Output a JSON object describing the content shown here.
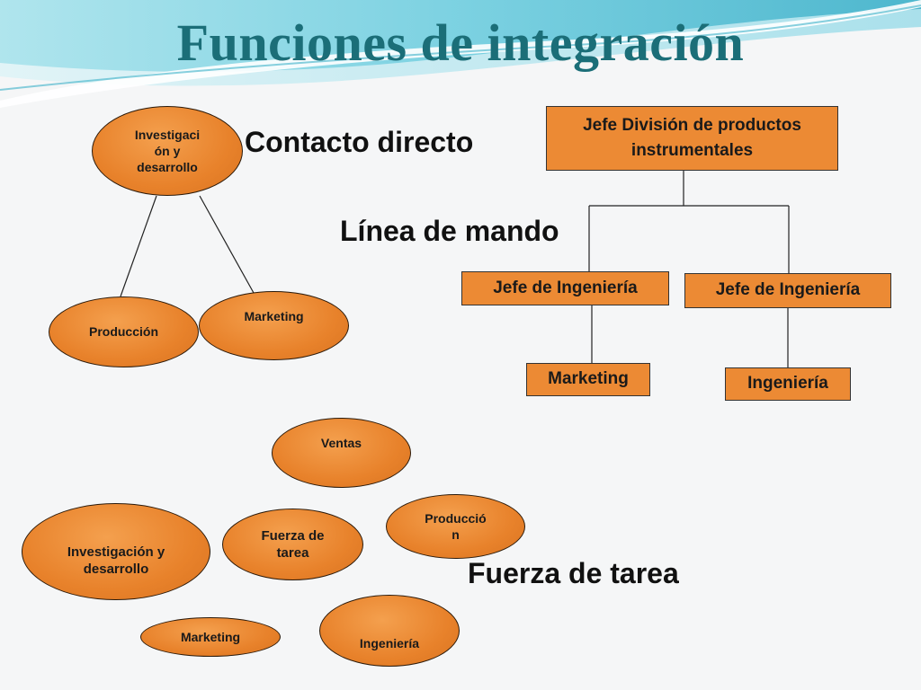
{
  "title": "Funciones de integración",
  "labels": {
    "contacto": "Contacto directo",
    "linea": "Línea de mando",
    "fuerza": "Fuerza de tarea"
  },
  "contacto_directo": {
    "top": "Investigaci ón y desarrollo",
    "left": "Producción",
    "right": "Marketing"
  },
  "linea_de_mando": {
    "head": "Jefe División de productos instrumentales",
    "sub_left": "Jefe de Ingeniería",
    "sub_right": "Jefe de Ingeniería",
    "leaf_left": "Marketing",
    "leaf_right": "Ingeniería"
  },
  "fuerza_de_tarea": {
    "ventas": "Ventas",
    "produccion": "Producció n",
    "investigacion": "Investigación y desarrollo",
    "center": "Fuerza de tarea",
    "marketing": "Marketing",
    "ingenieria": "Ingeniería"
  },
  "colors": {
    "title": "#1b6e78",
    "oval": "#e8822b",
    "box": "#ec8a34",
    "swoosh": "#5ec8d8"
  }
}
